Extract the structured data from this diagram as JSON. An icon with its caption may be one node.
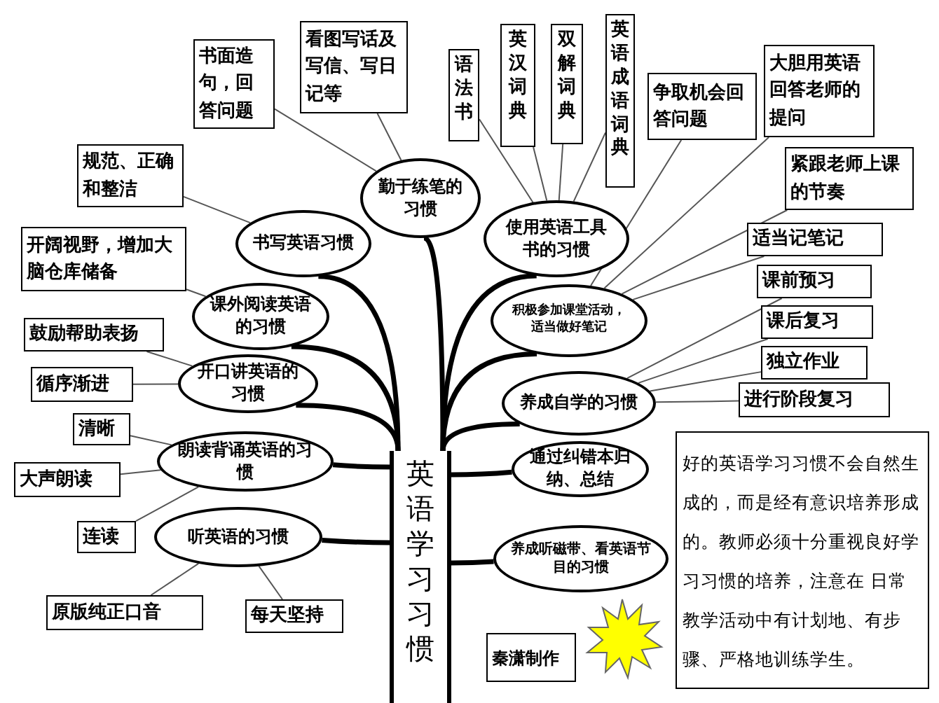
{
  "diagram": {
    "nodes": [
      {
        "text": [
          "书面造句，回答问题"
        ]
      },
      {
        "text": [
          "看图写话及写信、写日记等"
        ]
      },
      {
        "text": [
          "语法书"
        ]
      },
      {
        "text": [
          "英汉词典"
        ]
      },
      {
        "text": [
          "双解词典"
        ]
      },
      {
        "text": [
          "英语成语词典"
        ]
      },
      {
        "text": [
          "争取机会回答问题"
        ]
      },
      {
        "text": [
          "大胆用英语回答老师的提问"
        ]
      },
      {
        "text": [
          "勤于练笔的习惯"
        ]
      },
      {
        "text": [
          "规范、正确和整洁"
        ]
      },
      {
        "text": [
          "紧跟老师上课的节奏"
        ]
      },
      {
        "text": [
          "使用英语工具书的习惯"
        ]
      },
      {
        "text": [
          "书写英语习惯"
        ]
      },
      {
        "text": [
          "开阔视野，增加大脑仓库储备"
        ]
      },
      {
        "text": [
          "适当记笔记"
        ]
      },
      {
        "text": [
          "课前预习"
        ]
      },
      {
        "text": [
          "课外阅读英语的习惯"
        ]
      },
      {
        "text": [
          "积极参加课堂活动，适当做好笔记"
        ]
      },
      {
        "text": [
          "鼓励帮助表扬"
        ]
      },
      {
        "text": [
          "课后复习"
        ]
      },
      {
        "text": [
          "独立作业"
        ]
      },
      {
        "text": [
          "开口讲英语的习惯"
        ]
      },
      {
        "text": [
          "循序渐进"
        ]
      },
      {
        "text": [
          "养成自学的习惯"
        ]
      },
      {
        "text": [
          "进行阶段复习"
        ]
      },
      {
        "text": [
          "清晰"
        ]
      },
      {
        "text": [
          "朗读背诵英语的习惯"
        ]
      },
      {
        "text": [
          "大声朗读"
        ]
      },
      {
        "text": [
          "英语学习习惯"
        ]
      },
      {
        "text": [
          "通过纠错本归纳、总结"
        ]
      },
      {
        "text": [
          "好的英语学习习惯不会自然生成的，而是经有意识培养形成的。教师必须十分重视良好学习习惯的培养，注意在 日常教学活动中有计划地、有步骤、严格地训练学生。"
        ]
      },
      {
        "text": [
          "听英语的习惯"
        ]
      },
      {
        "text": [
          "连读"
        ]
      },
      {
        "text": [
          "养成听磁带、看英语节目的习惯"
        ]
      },
      {
        "text": [
          "原版纯正口音"
        ]
      },
      {
        "text": [
          "每天坚持"
        ]
      },
      {
        "text": [
          "秦潇制作"
        ]
      }
    ],
    "edges": [
      {
        "from": 28,
        "to": 8,
        "arrow": "none",
        "style": "thick"
      },
      {
        "from": 28,
        "to": 11,
        "arrow": "none",
        "style": "thick"
      },
      {
        "from": 28,
        "to": 12,
        "arrow": "none",
        "style": "thick"
      },
      {
        "from": 28,
        "to": 16,
        "arrow": "none",
        "style": "thick"
      },
      {
        "from": 28,
        "to": 17,
        "arrow": "none",
        "style": "thick"
      },
      {
        "from": 28,
        "to": 21,
        "arrow": "none",
        "style": "thick"
      },
      {
        "from": 28,
        "to": 23,
        "arrow": "none",
        "style": "thick"
      },
      {
        "from": 28,
        "to": 26,
        "arrow": "none",
        "style": "thick"
      },
      {
        "from": 28,
        "to": 29,
        "arrow": "none",
        "style": "thick"
      },
      {
        "from": 28,
        "to": 31,
        "arrow": "none",
        "style": "thick"
      },
      {
        "from": 28,
        "to": 33,
        "arrow": "none",
        "style": "thick"
      },
      {
        "from": 8,
        "to": 0,
        "arrow": "none"
      },
      {
        "from": 8,
        "to": 1,
        "arrow": "none"
      },
      {
        "from": 11,
        "to": 2,
        "arrow": "none"
      },
      {
        "from": 11,
        "to": 3,
        "arrow": "none"
      },
      {
        "from": 11,
        "to": 4,
        "arrow": "none"
      },
      {
        "from": 11,
        "to": 5,
        "arrow": "none"
      },
      {
        "from": 12,
        "to": 9,
        "arrow": "none"
      },
      {
        "from": 16,
        "to": 13,
        "arrow": "none"
      },
      {
        "from": 17,
        "to": 6,
        "arrow": "none"
      },
      {
        "from": 17,
        "to": 7,
        "arrow": "none"
      },
      {
        "from": 17,
        "to": 10,
        "arrow": "none"
      },
      {
        "from": 17,
        "to": 14,
        "arrow": "none"
      },
      {
        "from": 21,
        "to": 18,
        "arrow": "none"
      },
      {
        "from": 21,
        "to": 22,
        "arrow": "none"
      },
      {
        "from": 23,
        "to": 15,
        "arrow": "none"
      },
      {
        "from": 23,
        "to": 19,
        "arrow": "none"
      },
      {
        "from": 23,
        "to": 20,
        "arrow": "none"
      },
      {
        "from": 23,
        "to": 24,
        "arrow": "none"
      },
      {
        "from": 26,
        "to": 25,
        "arrow": "none"
      },
      {
        "from": 26,
        "to": 27,
        "arrow": "none"
      },
      {
        "from": 26,
        "to": 32,
        "arrow": "none"
      },
      {
        "from": 31,
        "to": 34,
        "arrow": "none"
      },
      {
        "from": 31,
        "to": 35,
        "arrow": "none"
      }
    ]
  }
}
